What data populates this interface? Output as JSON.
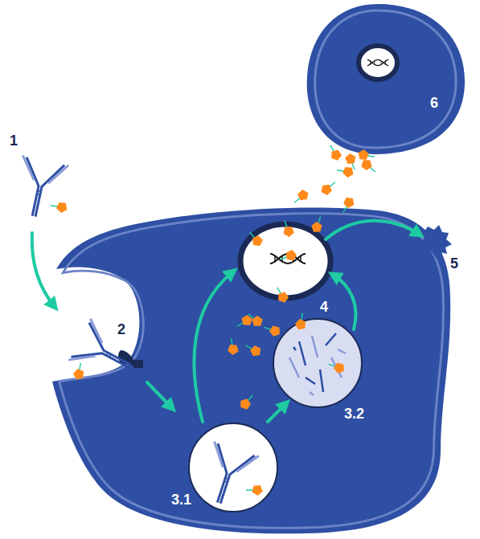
{
  "diagram": {
    "labels": [
      "1",
      "2",
      "3.1",
      "3.2",
      "4",
      "5",
      "6"
    ]
  }
}
